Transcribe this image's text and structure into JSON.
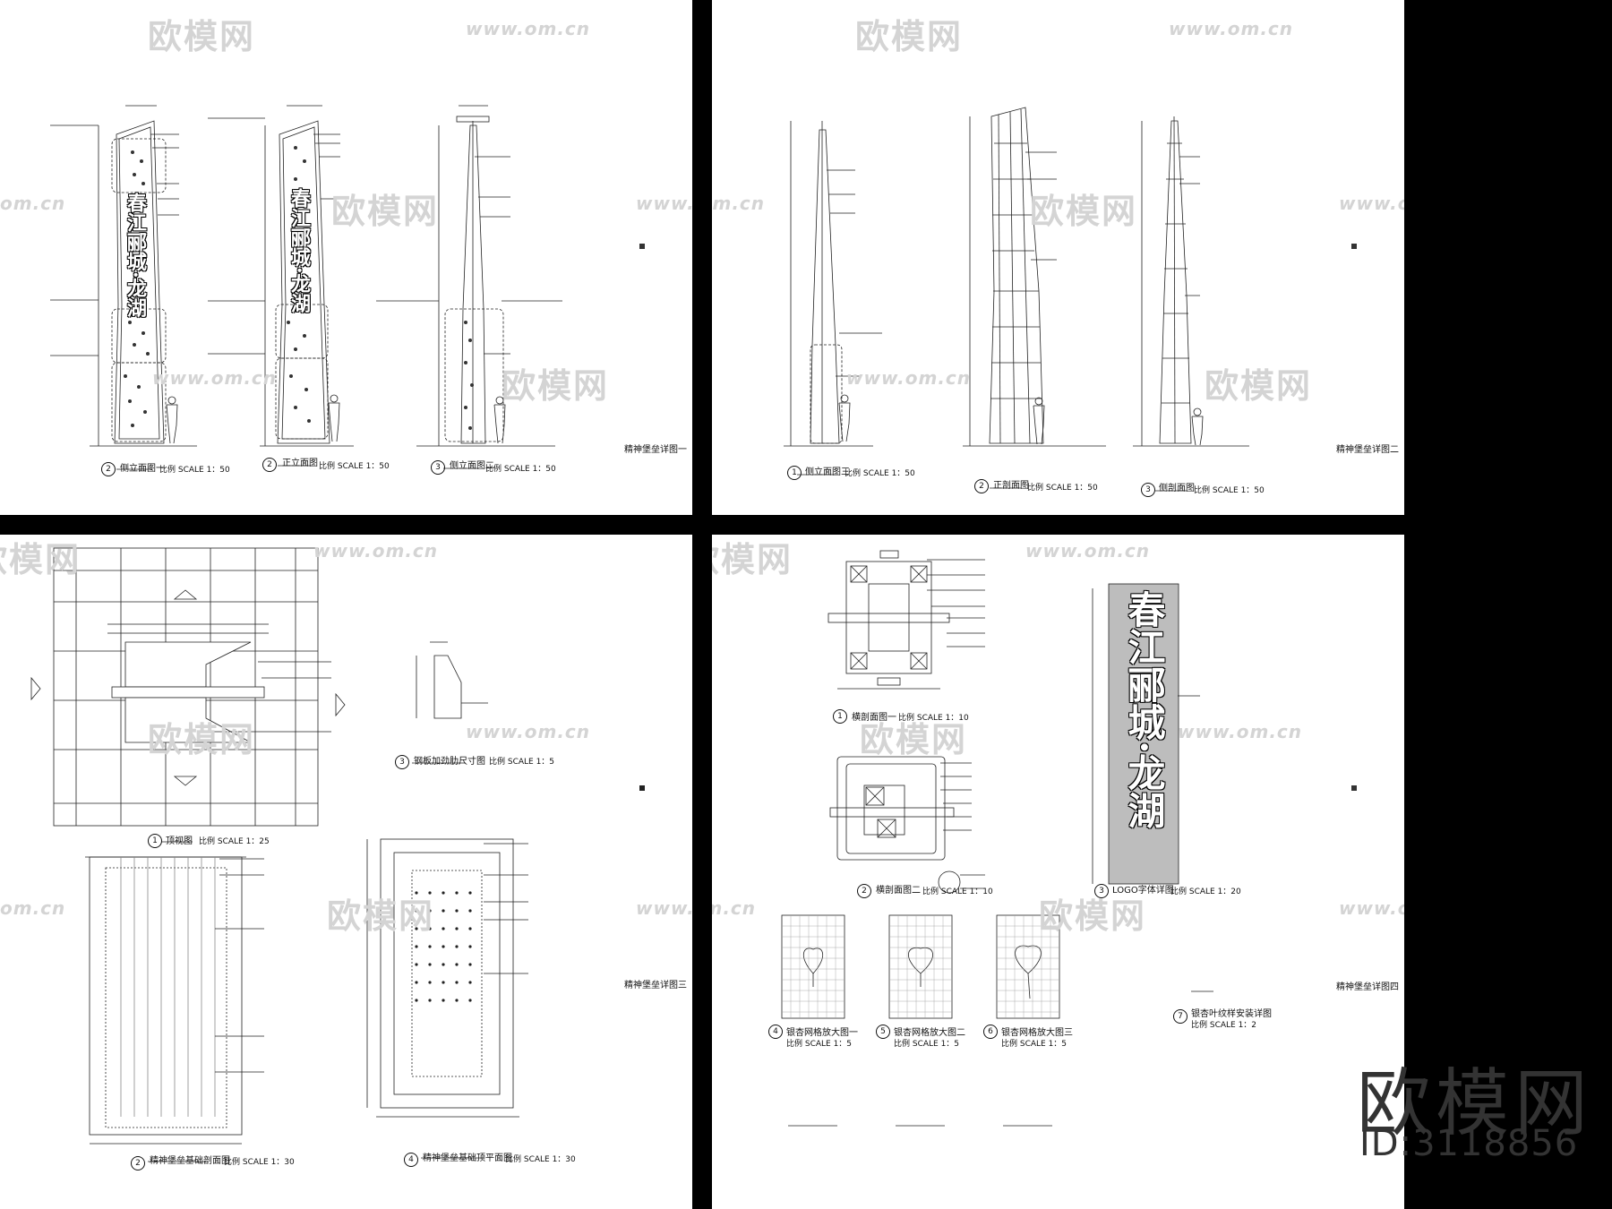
{
  "watermark": {
    "cn": "欧模网",
    "url": "www.om.cn",
    "url_cut": "om.cn"
  },
  "stamp": {
    "brand": "欧模网",
    "id": "ID:3118856"
  },
  "sheet1": {
    "sheet_title": "精神堡垒详图一",
    "views": [
      {
        "num": "2",
        "name": "侧立面图一",
        "scale": "比例 SCALE 1：50"
      },
      {
        "num": "2",
        "name": "正立面图",
        "scale": "比例 SCALE 1：50"
      },
      {
        "num": "3",
        "name": "侧立面图二",
        "scale": "比例 SCALE 1：50"
      }
    ],
    "logo": "春江郦城·龙湖"
  },
  "sheet2": {
    "sheet_title": "精神堡垒详图二",
    "views": [
      {
        "num": "1",
        "name": "侧立面图三",
        "scale": "比例 SCALE 1：50"
      },
      {
        "num": "2",
        "name": "正剖面图",
        "scale": "比例 SCALE 1：50"
      },
      {
        "num": "3",
        "name": "侧剖面图",
        "scale": "比例 SCALE 1：50"
      }
    ]
  },
  "sheet3": {
    "sheet_title": "精神堡垒详图三",
    "views": [
      {
        "num": "1",
        "name": "顶视图",
        "scale": "比例 SCALE 1：25"
      },
      {
        "num": "3",
        "name": "钢板加劲肋尺寸图",
        "scale": "比例 SCALE 1：5"
      },
      {
        "num": "2",
        "name": "精神堡垒基础剖面图",
        "scale": "比例 SCALE 1：30"
      },
      {
        "num": "4",
        "name": "精神堡垒基础顶平面图",
        "scale": "比例 SCALE 1：30"
      }
    ]
  },
  "sheet4": {
    "sheet_title": "精神堡垒详图四",
    "views": [
      {
        "num": "1",
        "name": "横剖面图一",
        "scale": "比例 SCALE 1：10"
      },
      {
        "num": "2",
        "name": "横剖面图二",
        "scale": "比例 SCALE 1：10"
      },
      {
        "num": "3",
        "name": "LOGO字体详图",
        "scale": "比例 SCALE 1：20"
      },
      {
        "num": "4",
        "name": "银杏网格放大图一",
        "scale": "比例 SCALE 1：5"
      },
      {
        "num": "5",
        "name": "银杏网格放大图二",
        "scale": "比例 SCALE 1：5"
      },
      {
        "num": "6",
        "name": "银杏网格放大图三",
        "scale": "比例 SCALE 1：5"
      },
      {
        "num": "7",
        "name": "银杏叶纹样安装详图",
        "scale": "比例 SCALE 1：2"
      }
    ],
    "logo": "春江郦城·龙湖"
  }
}
